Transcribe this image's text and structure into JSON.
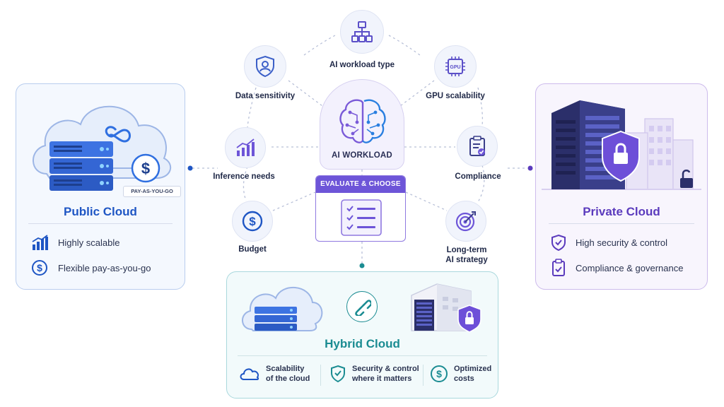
{
  "center": {
    "hub_label": "AI WORKLOAD",
    "evaluate_label": "EVALUATE & CHOOSE"
  },
  "factors": [
    {
      "label": "AI workload type",
      "icon": "hierarchy-icon"
    },
    {
      "label": "Data sensitivity",
      "icon": "shield-user-icon"
    },
    {
      "label": "GPU scalability",
      "icon": "gpu-chip-icon"
    },
    {
      "label": "Inference needs",
      "icon": "bar-chart-icon"
    },
    {
      "label": "Compliance",
      "icon": "clipboard-check-icon"
    },
    {
      "label": "Budget",
      "icon": "dollar-coin-icon"
    },
    {
      "label": "Long-term",
      "label2": "AI strategy",
      "icon": "target-icon"
    }
  ],
  "public": {
    "title": "Public Cloud",
    "badge": "PAY-AS-YOU-GO",
    "features": [
      "Highly scalable",
      "Flexible pay-as-you-go"
    ]
  },
  "private": {
    "title": "Private Cloud",
    "features": [
      "High security & control",
      "Compliance & governance"
    ]
  },
  "hybrid": {
    "title": "Hybrid Cloud",
    "features": [
      {
        "line1": "Scalability",
        "line2": "of the cloud"
      },
      {
        "line1": "Security & control",
        "line2": "where it matters"
      },
      {
        "line1": "Optimized",
        "line2": "costs"
      }
    ]
  },
  "colors": {
    "public_accent": "#1f56c4",
    "private_accent": "#5b3bbd",
    "hybrid_accent": "#1b8c92",
    "hub_purple": "#6d55d8"
  }
}
